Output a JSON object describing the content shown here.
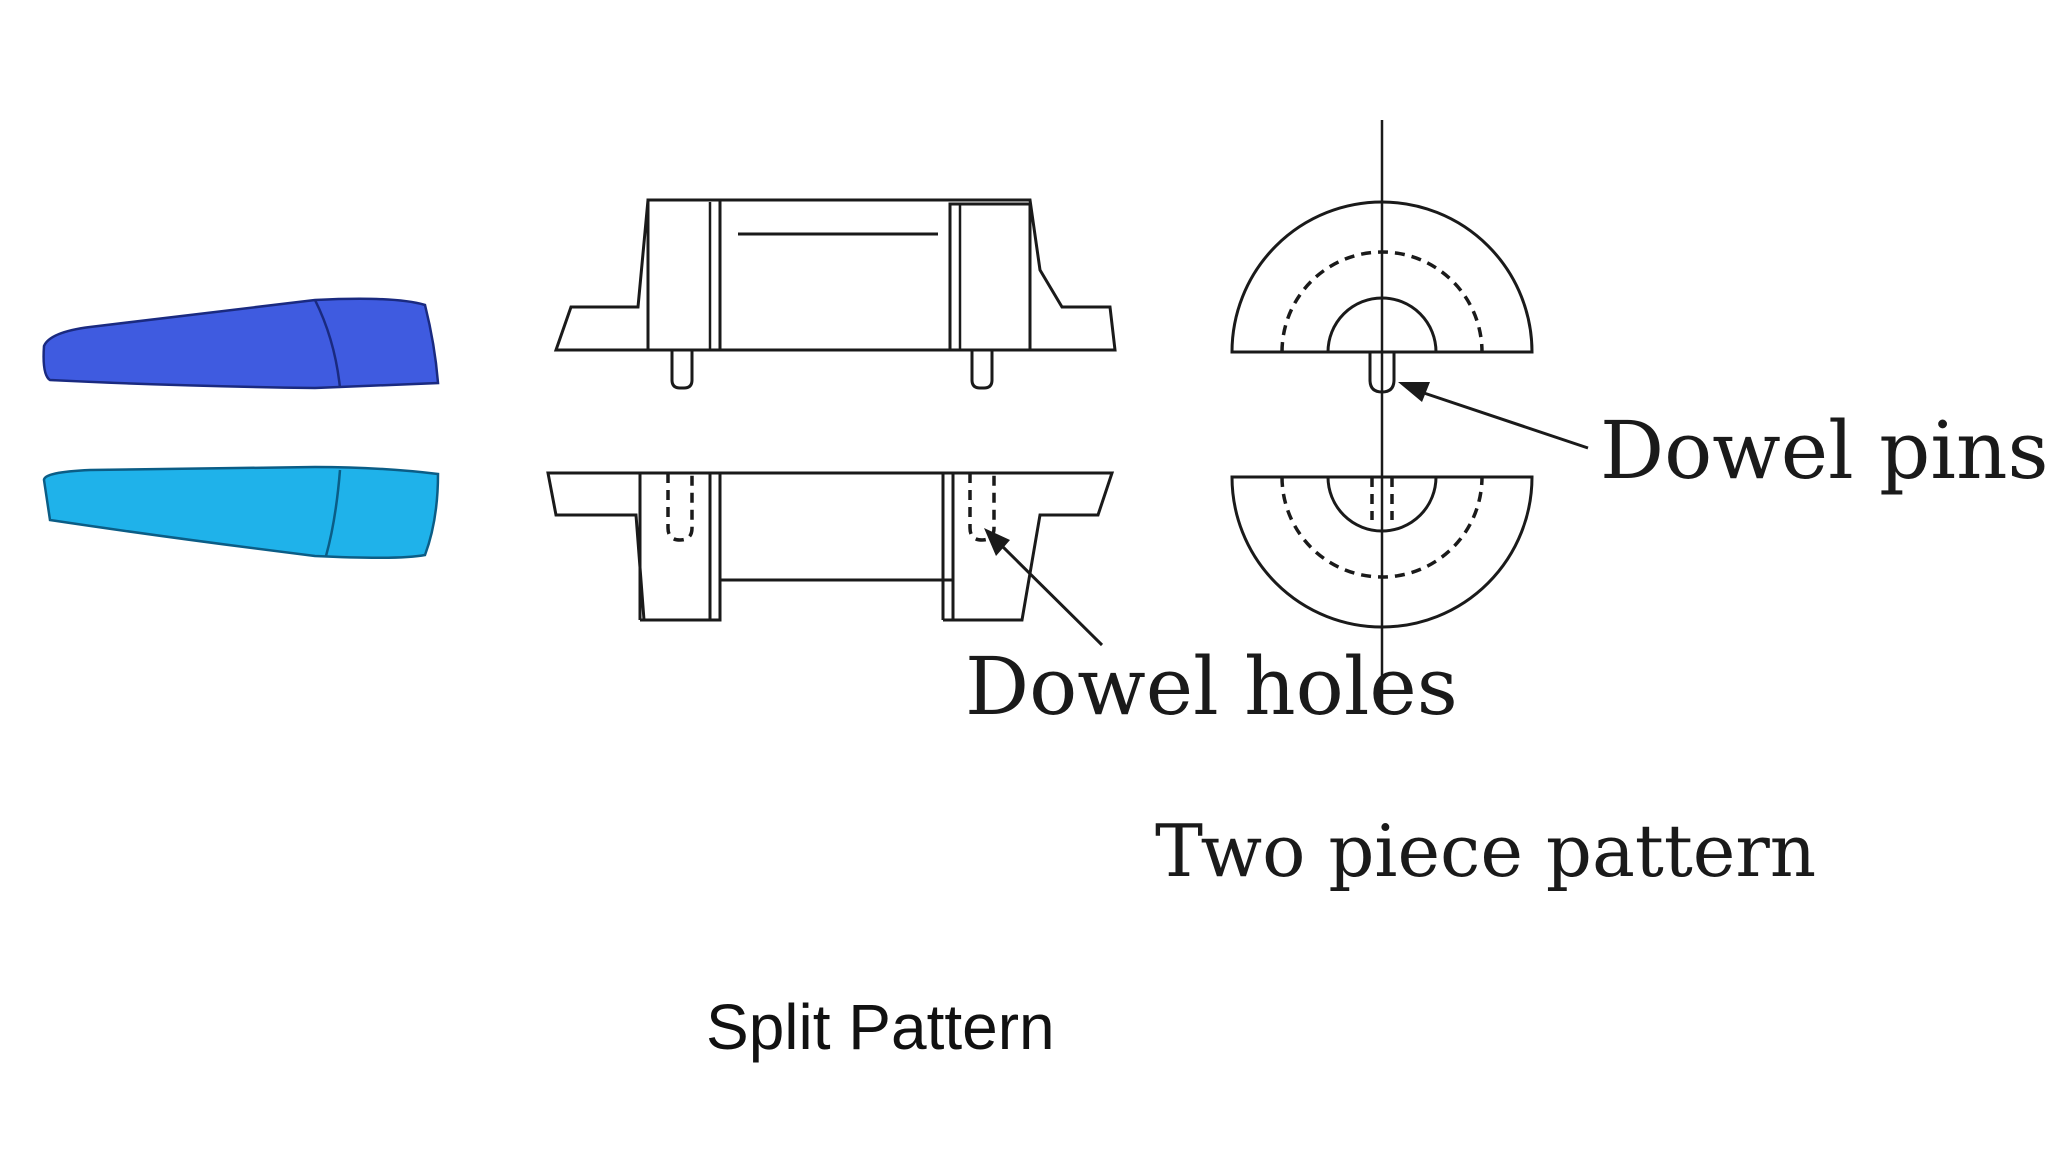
{
  "labels": {
    "dowel_pins": "Dowel pins",
    "dowel_holes": "Dowel holes",
    "two_piece_pattern": "Two piece pattern"
  },
  "caption": "Split Pattern",
  "colors": {
    "upper_half": "#3f5be0",
    "lower_half": "#1fb2ea",
    "line": "#1a1a1a"
  }
}
